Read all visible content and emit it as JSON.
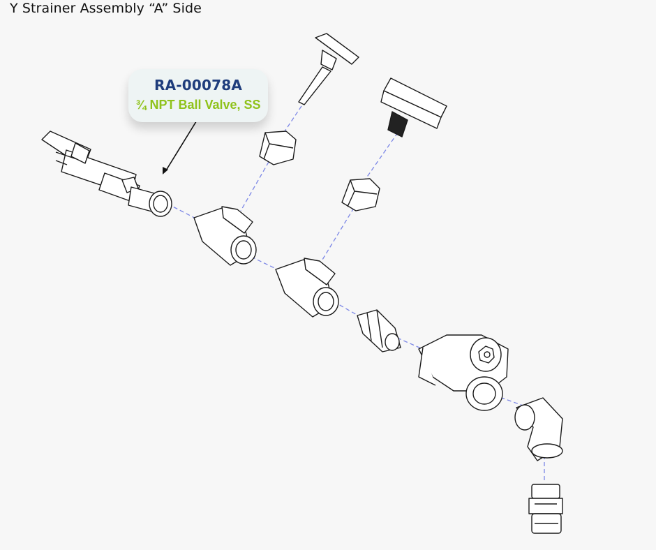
{
  "page": {
    "title": "Y Strainer Assembly “A” Side"
  },
  "callout": {
    "part_number": "RA-00078A",
    "description": "¾ NPT Ball Valve, SS"
  },
  "colors": {
    "part_number": "#1f3d7c",
    "description": "#8fc21a",
    "centerline": "#7b86e6",
    "outline": "#1a1a1a"
  }
}
